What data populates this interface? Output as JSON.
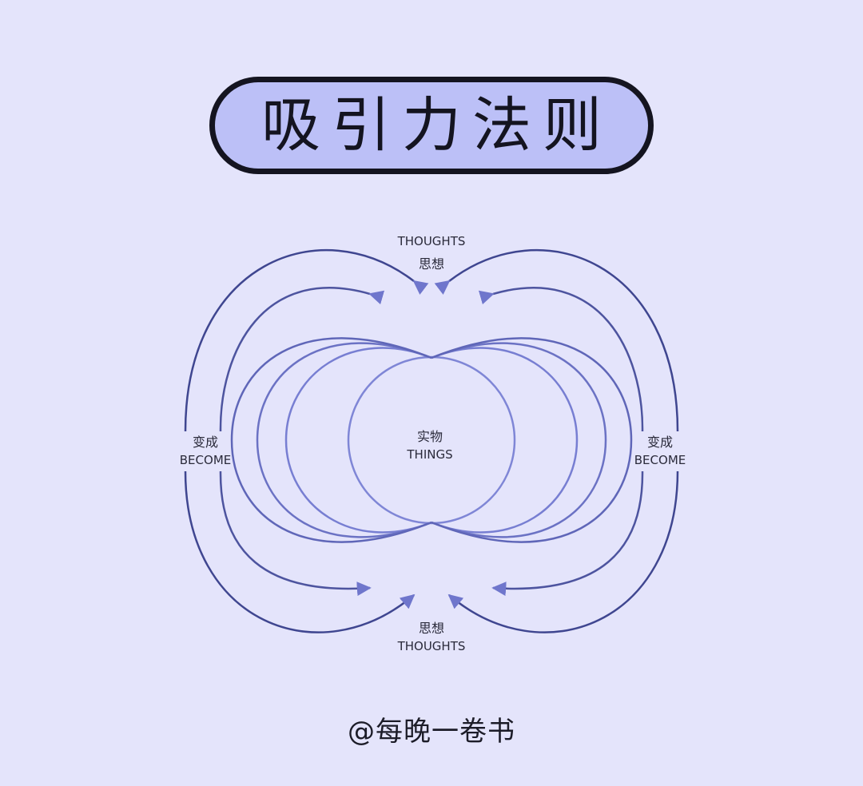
{
  "title": "吸引力法则",
  "labels": {
    "top_en": "THOUGHTS",
    "top_zh": "思想",
    "center_zh": "实物",
    "center_en": "THINGS",
    "left_zh": "变成",
    "left_en": "BECOME",
    "right_zh": "变成",
    "right_en": "BECOME",
    "bottom_zh": "思想",
    "bottom_en": "THOUGHTS"
  },
  "watermark": "@每晚一卷书",
  "colors": {
    "background": "#e4e4fb",
    "title_fill": "#bcc0f7",
    "outline": "#141420",
    "line_outer": "#3f4690",
    "line_inner": "#7f86d6"
  }
}
